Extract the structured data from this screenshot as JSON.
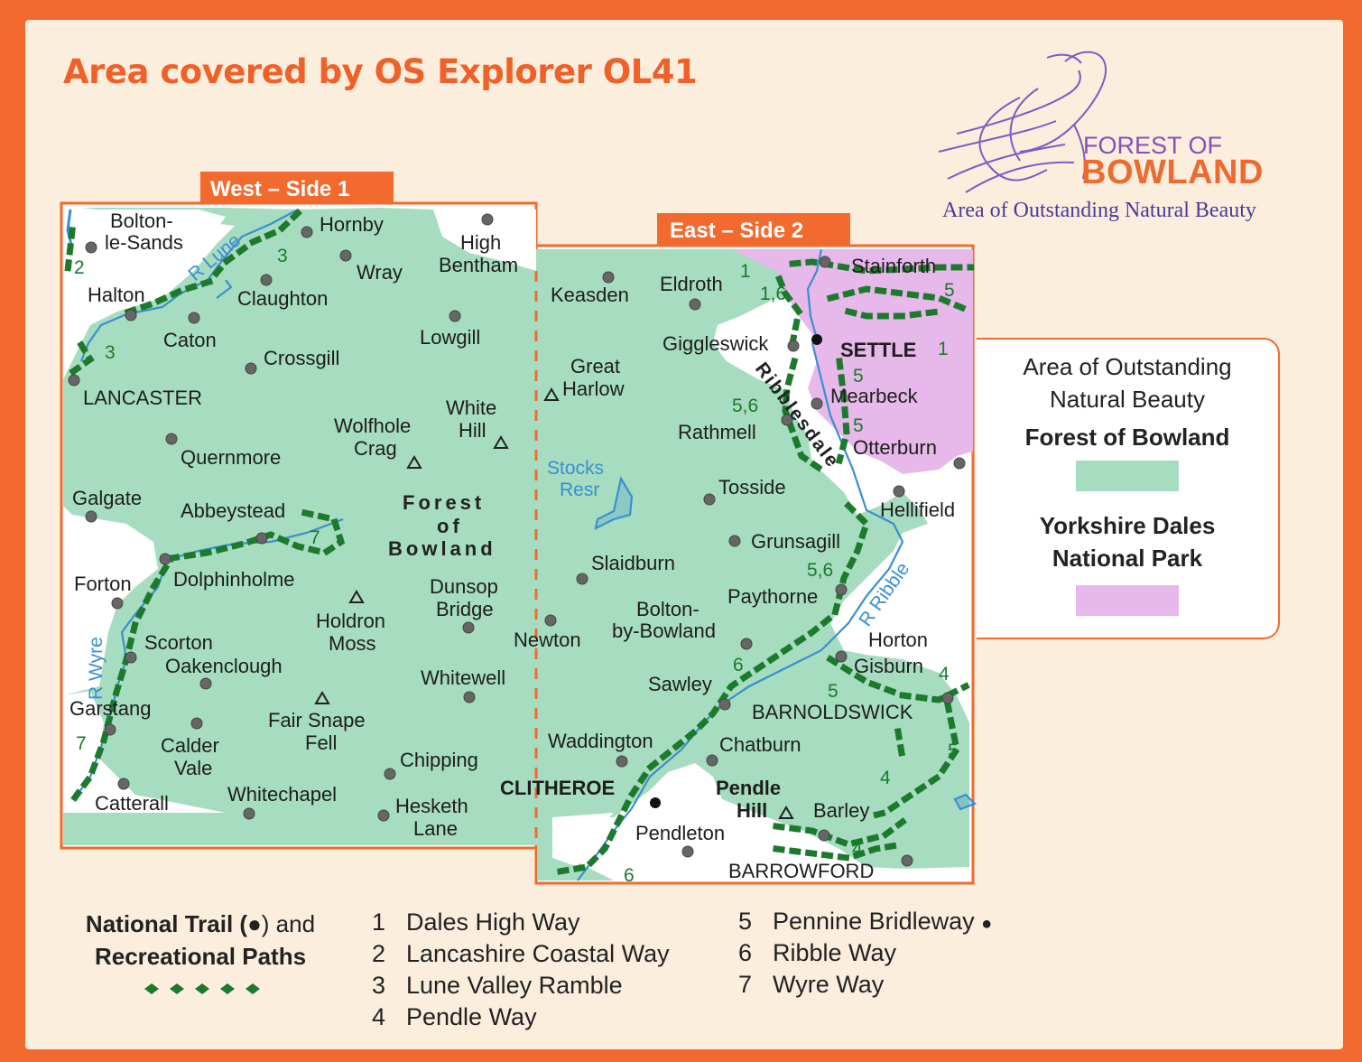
{
  "title": "Area covered by OS Explorer OL41",
  "tabs": {
    "west": "West – Side 1",
    "east": "East – Side 2"
  },
  "logo": {
    "line1": "FOREST OF",
    "line2": "BOWLAND",
    "tagline": "Area of Outstanding Natural Beauty",
    "icon": "bird-of-prey-icon"
  },
  "map_labels": {
    "fob": [
      "Forest",
      "of",
      "Bowland"
    ],
    "ribblesdale": "Ribblesdale",
    "rivers": {
      "lune": "R Lune",
      "wyre": "R Wyre",
      "ribble": "R Ribble",
      "stocks_1": "Stocks",
      "stocks_2": "Resr"
    },
    "places": {
      "bolton1": "Bolton-",
      "bolton2": "le-Sands",
      "hornby": "Hornby",
      "high": "High",
      "bentham": "Bentham",
      "wray": "Wray",
      "halton": "Halton",
      "claughton": "Claughton",
      "caton": "Caton",
      "lowgill": "Lowgill",
      "crossgill": "Crossgill",
      "lancaster": "LANCASTER",
      "white": "White",
      "hill": "Hill",
      "wolfhole": "Wolfhole",
      "crag": "Crag",
      "quernmore": "Quernmore",
      "galgate": "Galgate",
      "abbeystead": "Abbeystead",
      "forton": "Forton",
      "dolphinholme": "Dolphinholme",
      "holdron": "Holdron",
      "moss": "Moss",
      "dunsop": "Dunsop",
      "bridge": "Bridge",
      "scorton": "Scorton",
      "oakenclough": "Oakenclough",
      "whitewell": "Whitewell",
      "garstang": "Garstang",
      "fairsnape": "Fair Snape",
      "fell": "Fell",
      "calder": "Calder",
      "vale": "Vale",
      "chipping": "Chipping",
      "catterall": "Catterall",
      "whitechapel": "Whitechapel",
      "hesketh": "Hesketh",
      "lane": "Lane",
      "keasden": "Keasden",
      "eldroth": "Eldroth",
      "stainforth": "Stainforth",
      "great": "Great",
      "harlow": "Harlow",
      "giggleswick": "Giggleswick",
      "settle": "SETTLE",
      "mearbeck": "Mearbeck",
      "rathmell": "Rathmell",
      "otterburn": "Otterburn",
      "tosside": "Tosside",
      "hellifield": "Hellifield",
      "grunsagill": "Grunsagill",
      "slaidburn": "Slaidburn",
      "paythorne": "Paythorne",
      "boltonbb1": "Bolton-",
      "boltonbb2": "by-Bowland",
      "newton": "Newton",
      "horton": "Horton",
      "gisburn": "Gisburn",
      "sawley": "Sawley",
      "barnoldswick": "BARNOLDSWICK",
      "waddington": "Waddington",
      "chatburn": "Chatburn",
      "clitheroe": "CLITHEROE",
      "pendle": "Pendle",
      "hill2": "Hill",
      "barley": "Barley",
      "pendleton": "Pendleton",
      "barrowford": "BARROWFORD"
    },
    "route_numbers": {
      "n2": "2",
      "n3a": "3",
      "n3b": "3",
      "n7a": "7",
      "n7b": "7",
      "n1a": "1",
      "n16a": "1,6",
      "n5a": "5",
      "n1b": "1",
      "n5b": "5",
      "n56a": "5,6",
      "n5c": "5",
      "n56b": "5,6",
      "n6a": "6",
      "n5d": "5",
      "n4a": "4",
      "n5e": "5",
      "n4b": "4",
      "n4c": "4",
      "n6b": "6"
    }
  },
  "legend": {
    "aonb_1": "Area of Outstanding",
    "aonb_2": "Natural Beauty",
    "aonb_name": "Forest of Bowland",
    "ydnp_1": "Yorkshire Dales",
    "ydnp_2": "National Park",
    "colors": {
      "aonb": "#a6dcbf",
      "national_park": "#e7b8ea",
      "trail": "#1c7a2c",
      "frame": "#f26a2e",
      "water": "#3a8fd0"
    }
  },
  "paths_legend": {
    "line1_a": "National Trail (",
    "line1_b": ") and",
    "line2": "Recreational Paths",
    "trail_icon": "acorn-icon"
  },
  "trails": [
    {
      "num": "1",
      "name": "Dales High Way"
    },
    {
      "num": "2",
      "name": "Lancashire Coastal Way"
    },
    {
      "num": "3",
      "name": "Lune Valley Ramble"
    },
    {
      "num": "4",
      "name": "Pendle Way"
    },
    {
      "num": "5",
      "name": "Pennine Bridleway"
    },
    {
      "num": "6",
      "name": "Ribble Way"
    },
    {
      "num": "7",
      "name": "Wyre Way"
    }
  ]
}
